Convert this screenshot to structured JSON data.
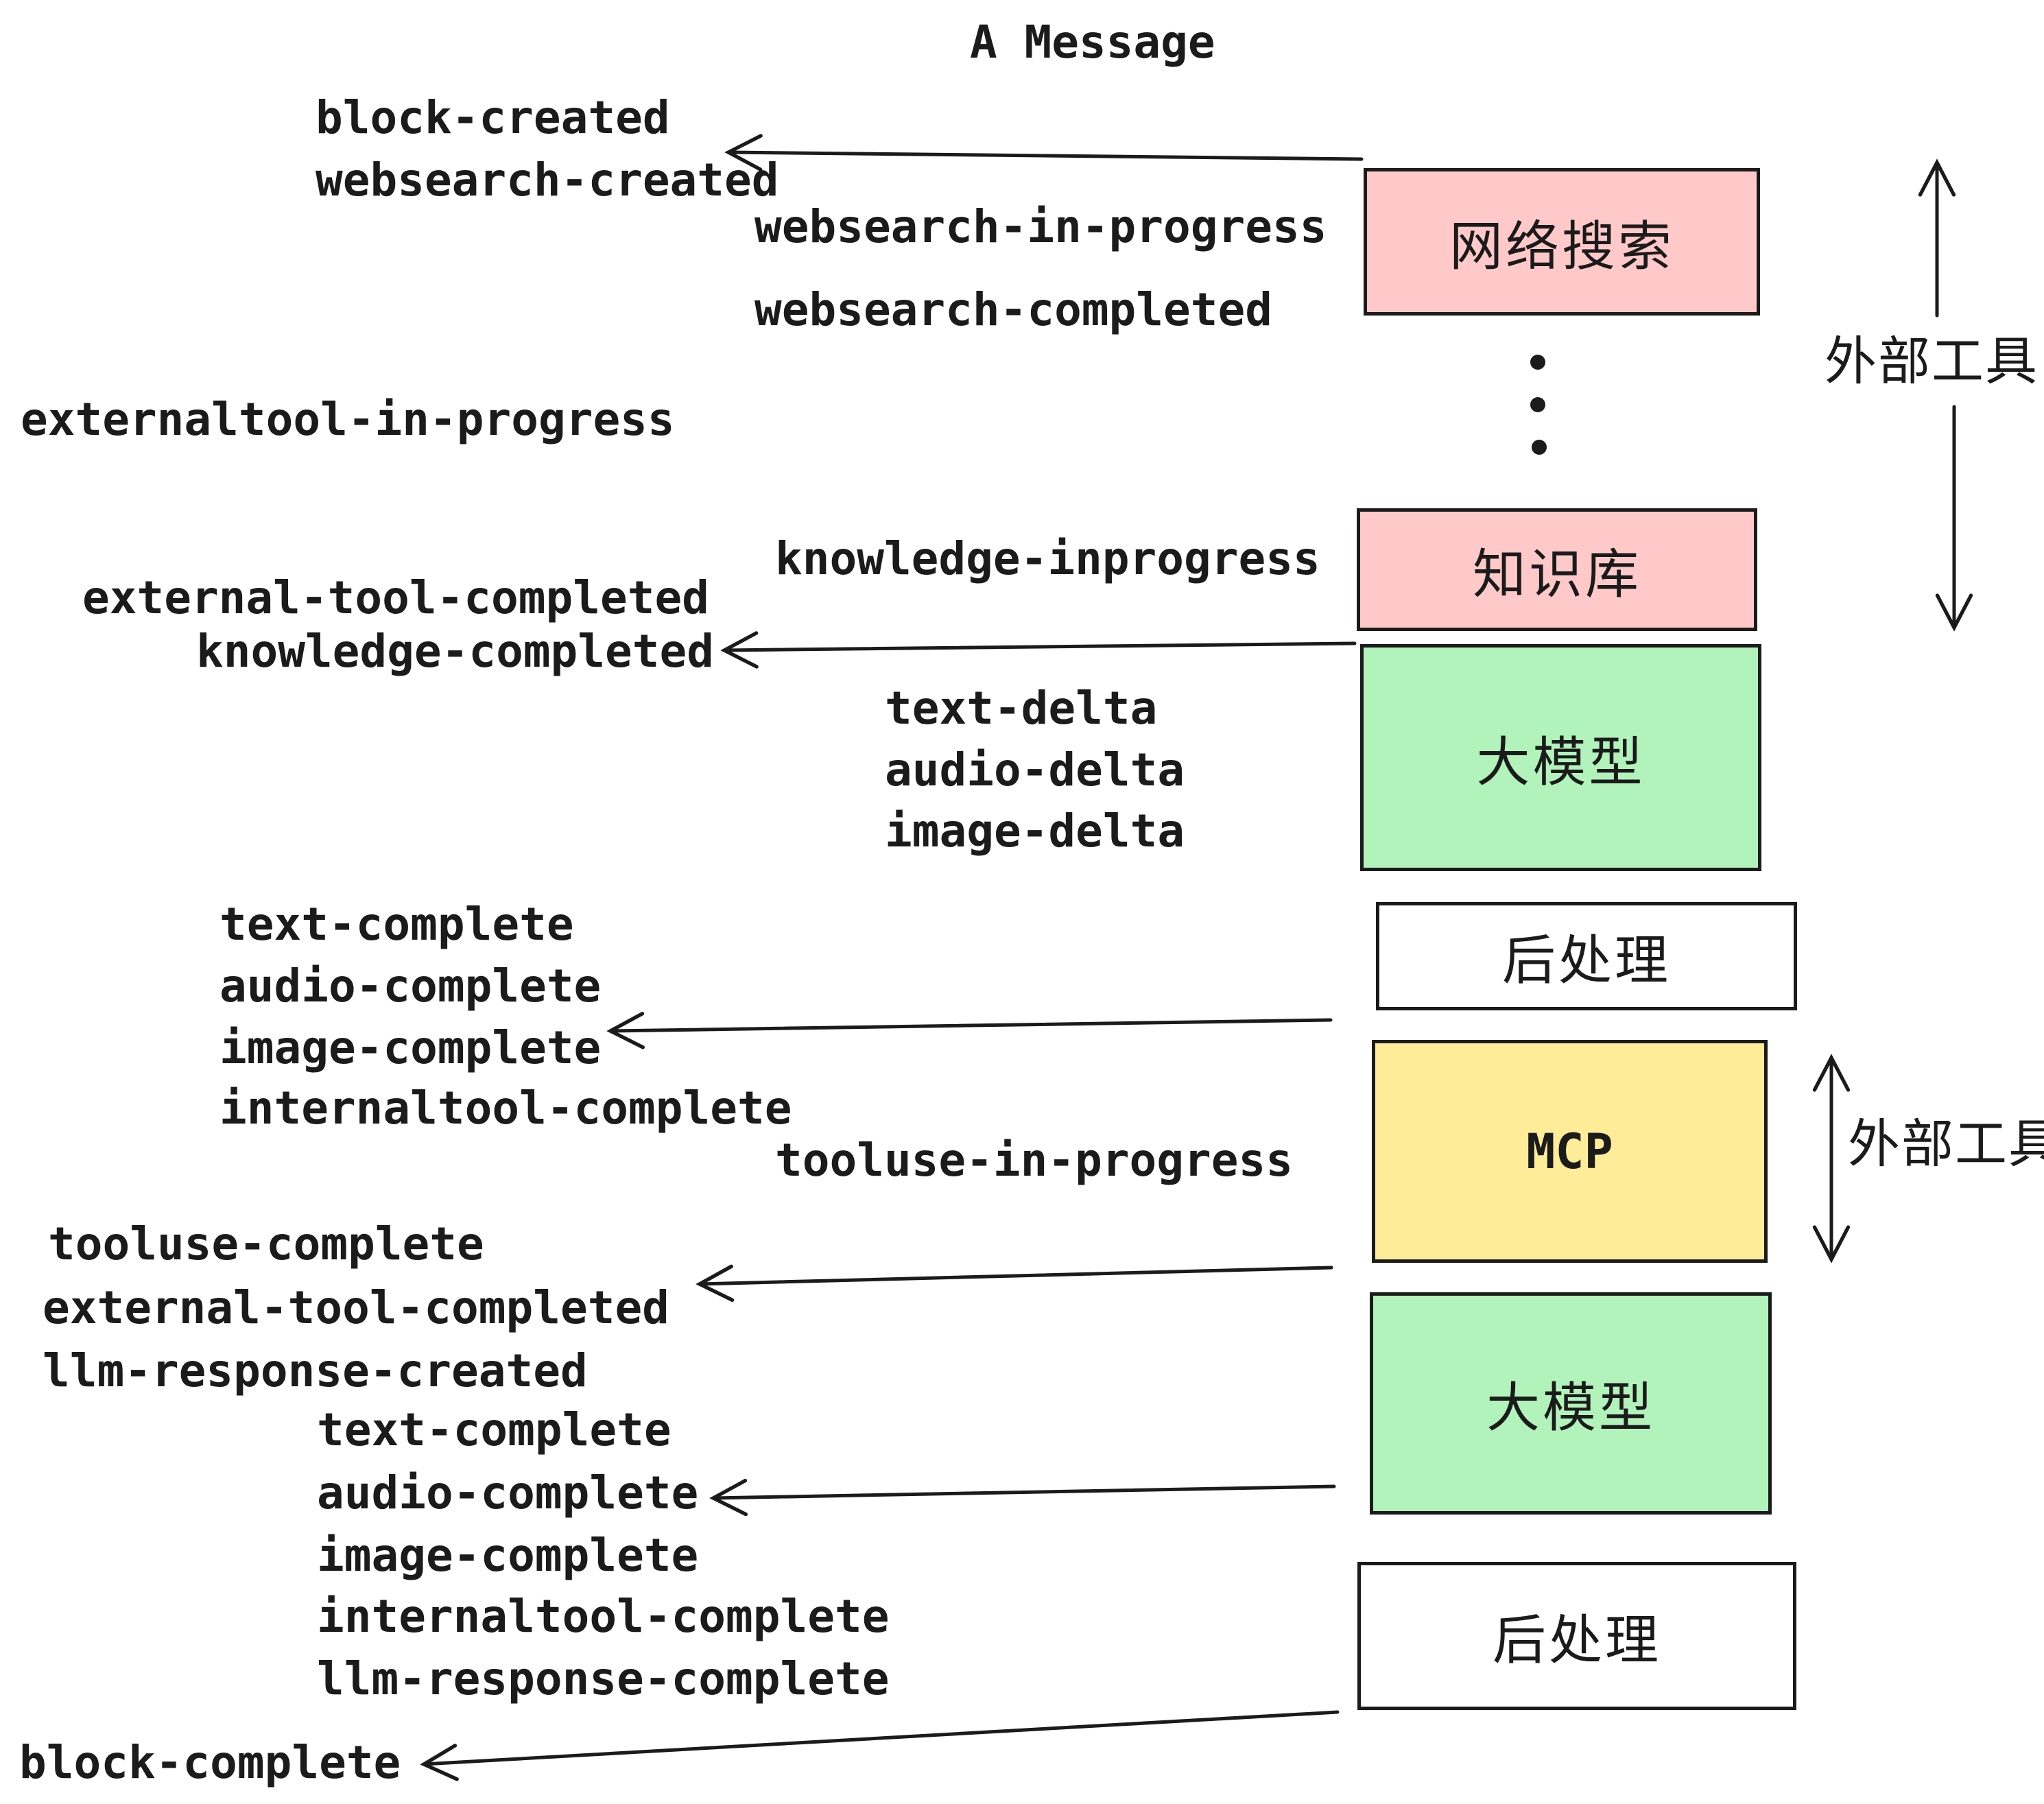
{
  "title": "A Message",
  "colors": {
    "ink": "#1b1b1b",
    "external_tool_box": "#ffc9c9",
    "llm_box": "#b2f2bb",
    "mcp_box": "#ffec99",
    "postprocess_box": "#ffffff",
    "background": "#ffffff"
  },
  "events": [
    {
      "label": "block-created"
    },
    {
      "label": "websearch-created"
    },
    {
      "label": "websearch-in-progress"
    },
    {
      "label": "websearch-completed"
    },
    {
      "label": "externaltool-in-progress"
    },
    {
      "label": "knowledge-inprogress"
    },
    {
      "label": "external-tool-completed"
    },
    {
      "label": "knowledge-completed"
    },
    {
      "label": "text-delta"
    },
    {
      "label": "audio-delta"
    },
    {
      "label": "image-delta"
    },
    {
      "label": "text-complete"
    },
    {
      "label": "audio-complete"
    },
    {
      "label": "image-complete"
    },
    {
      "label": "internaltool-complete"
    },
    {
      "label": "tooluse-in-progress"
    },
    {
      "label": "tooluse-complete"
    },
    {
      "label": "external-tool-completed"
    },
    {
      "label": "llm-response-created"
    },
    {
      "label": "text-complete"
    },
    {
      "label": "audio-complete"
    },
    {
      "label": "image-complete"
    },
    {
      "label": "internaltool-complete"
    },
    {
      "label": "llm-response-complete"
    },
    {
      "label": "block-complete"
    }
  ],
  "boxes": [
    {
      "label": "网络搜索",
      "color": "#ffc9c9"
    },
    {
      "label": "知识库",
      "color": "#ffc9c9"
    },
    {
      "label": "大模型",
      "color": "#b2f2bb"
    },
    {
      "label": "后处理",
      "color": "#ffffff"
    },
    {
      "label": "MCP",
      "color": "#ffec99"
    },
    {
      "label": "大模型",
      "color": "#b2f2bb"
    },
    {
      "label": "后处理",
      "color": "#ffffff"
    }
  ],
  "side_labels": [
    "外部工具",
    "外部工具"
  ],
  "arrows": [
    {
      "name": "arrow-to-websearch-created",
      "direction": "left"
    },
    {
      "name": "arrow-to-knowledge-completed",
      "direction": "left"
    },
    {
      "name": "arrow-to-image-complete",
      "direction": "left"
    },
    {
      "name": "arrow-to-tooluse-complete-group",
      "direction": "left"
    },
    {
      "name": "arrow-to-audio-complete",
      "direction": "left"
    },
    {
      "name": "arrow-to-block-complete",
      "direction": "left"
    },
    {
      "name": "external-tools-up-arrow",
      "direction": "up"
    },
    {
      "name": "external-tools-down-arrow",
      "direction": "down"
    },
    {
      "name": "mcp-external-tools-double-arrow",
      "direction": "up-down"
    }
  ]
}
